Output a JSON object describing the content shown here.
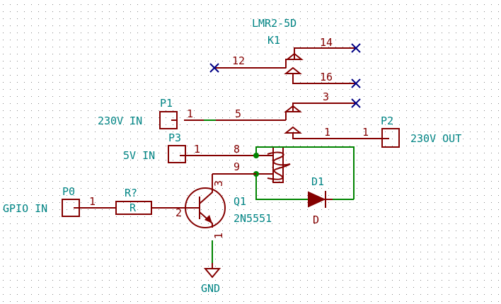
{
  "relay": {
    "ref": "K1",
    "value": "LMR2-5D",
    "pins": {
      "p12": "12",
      "p14": "14",
      "p16": "16",
      "p3": "3",
      "p5": "5",
      "p8": "8",
      "p9": "9",
      "p1": "1"
    }
  },
  "connectors": {
    "p1": {
      "ref": "P1",
      "pin": "1",
      "label": "230V IN"
    },
    "p2": {
      "ref": "P2",
      "pin": "1",
      "label": "230V OUT"
    },
    "p3": {
      "ref": "P3",
      "pin": "1",
      "label": "5V IN"
    },
    "p0": {
      "ref": "P0",
      "pin": "1",
      "label": "GPIO IN"
    }
  },
  "resistor": {
    "ref": "R?",
    "value": "R"
  },
  "transistor": {
    "ref": "Q1",
    "value": "2N5551",
    "pin_b": "2",
    "pin_c": "3",
    "pin_e": "1"
  },
  "diode": {
    "ref": "D1",
    "value": "D"
  },
  "power": {
    "gnd": "GND"
  },
  "colors": {
    "component": "#840000",
    "wire": "#008400",
    "label": "#008484",
    "no_connect": "#000084",
    "junction": "#008400"
  }
}
